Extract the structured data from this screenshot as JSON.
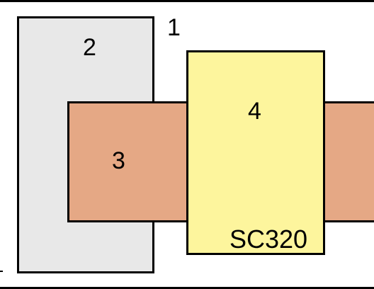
{
  "colors": {
    "outer": "#ffffff",
    "rect_2": "#e8e8e8",
    "rect_3": "#e5a885",
    "rect_4": "#fdf59d",
    "stroke": "#000000"
  },
  "labels": {
    "region_1": "1",
    "region_2": "2",
    "region_3": "3",
    "region_4": "4",
    "model": "SC320"
  }
}
